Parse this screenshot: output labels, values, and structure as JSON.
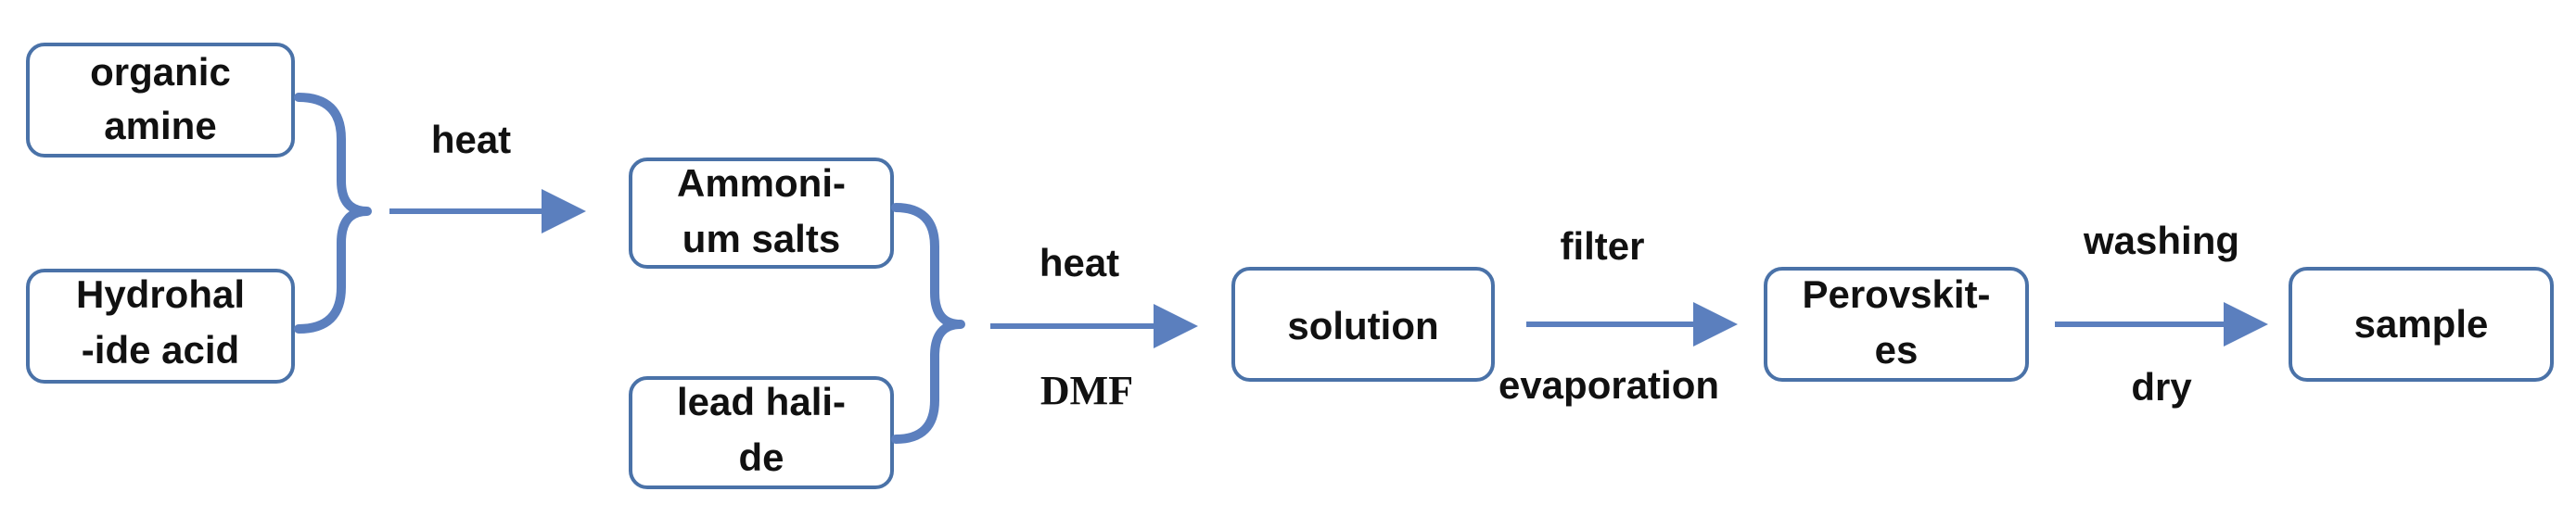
{
  "boxes": {
    "organic_amine": [
      "organic",
      "amine"
    ],
    "hydrohalide_acid": [
      "Hydrohal",
      "-ide acid"
    ],
    "ammonium_salts": [
      "Ammoni-",
      "um salts"
    ],
    "lead_halide": [
      "lead hali-",
      "de"
    ],
    "solution": "solution",
    "perovskites": [
      "Perovskit-",
      "es"
    ],
    "sample": "sample"
  },
  "arrows": {
    "a1_top": "heat",
    "a2_top": "heat",
    "a2_bottom": "DMF",
    "a3_top": "filter",
    "a3_bottom": "evaporation",
    "a4_top": "washing",
    "a4_bottom": "dry"
  },
  "colors": {
    "box_border": "#4a72a8",
    "arrow": "#5b7fbe",
    "text": "#111111"
  }
}
